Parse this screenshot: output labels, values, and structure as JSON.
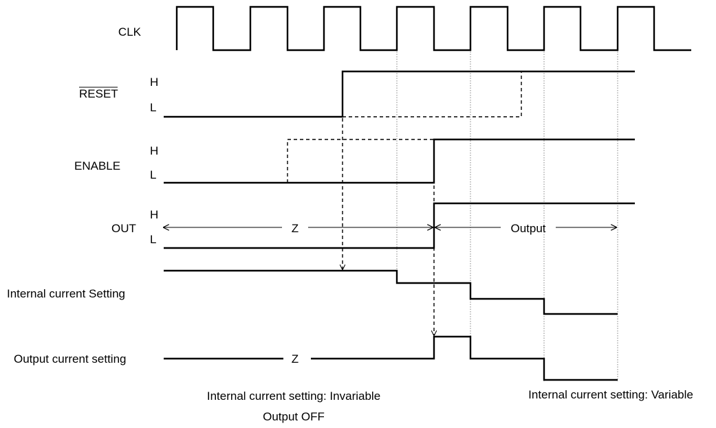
{
  "signals": {
    "clk": "CLK",
    "reset": "RESET",
    "enable": "ENABLE",
    "out": "OUT",
    "internal_current": "Internal current Setting",
    "output_current": "Output  current  setting"
  },
  "levels": {
    "high": "H",
    "low": "L"
  },
  "annotations": {
    "z_out": "Z",
    "output": "Output",
    "z_current": "Z"
  },
  "captions": {
    "invariable_line1": "Internal current setting: Invariable",
    "invariable_line2": "Output OFF",
    "variable": "Internal current setting: Variable"
  }
}
